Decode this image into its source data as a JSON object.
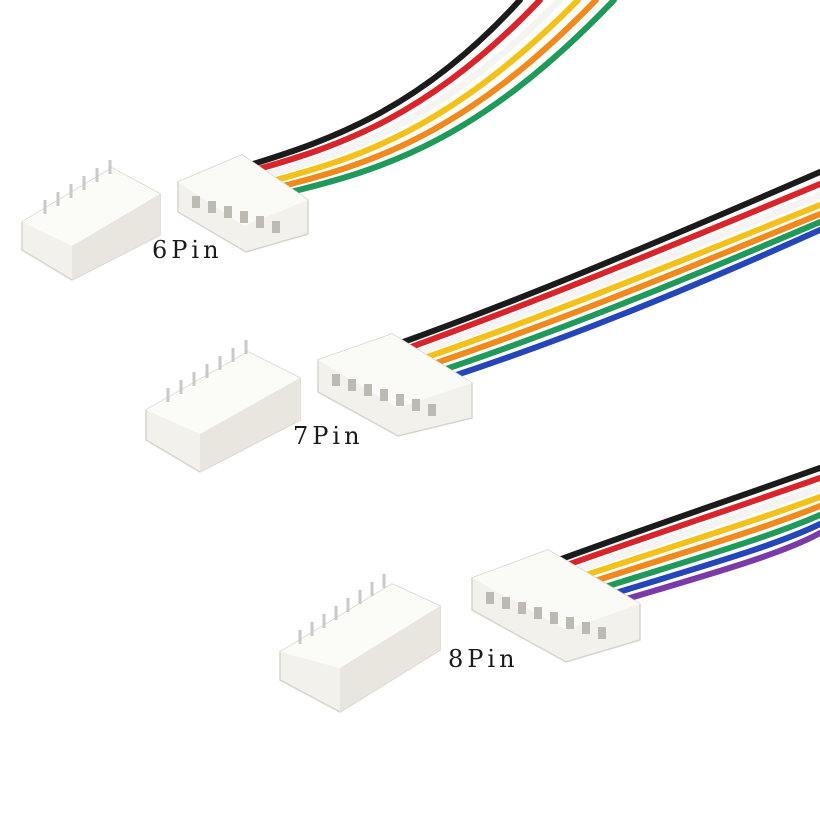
{
  "labels": {
    "six": "6Pin",
    "seven": "7Pin",
    "eight": "8Pin"
  },
  "colors": {
    "background": "#ffffff",
    "housing": "#f2f1ec",
    "housing_shadow": "#d9d7d0",
    "slot": "#bdbab2",
    "pin_metal": "#c9c9c9",
    "wire_black": "#1b1b1b",
    "wire_red": "#d8242b",
    "wire_white": "#f4f4f2",
    "wire_yellow": "#f2c21a",
    "wire_orange": "#f08a1c",
    "wire_green": "#1f9a5a",
    "wire_blue": "#2446b8",
    "wire_purple": "#7a3aa8"
  },
  "connectors": [
    {
      "pins": 6,
      "wire_colors": [
        "black",
        "red",
        "white",
        "yellow",
        "orange",
        "green"
      ]
    },
    {
      "pins": 7,
      "wire_colors": [
        "black",
        "red",
        "white",
        "yellow",
        "orange",
        "green",
        "blue"
      ]
    },
    {
      "pins": 8,
      "wire_colors": [
        "black",
        "red",
        "white",
        "yellow",
        "orange",
        "green",
        "blue",
        "purple"
      ]
    }
  ]
}
